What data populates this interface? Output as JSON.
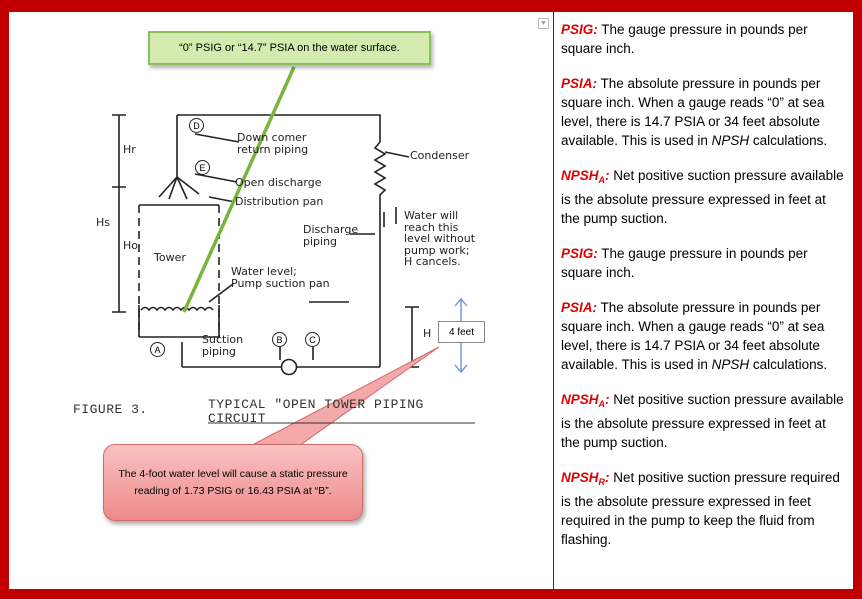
{
  "callouts": {
    "top": "“0” PSIG or “14.7” PSIA on the water surface.",
    "bottom": "The 4-foot water level will cause a static pressure reading of 1.73 PSIG or 16.43 PSIA at “B”.",
    "feet": "4 feet"
  },
  "figure": {
    "caption_num": "FIGURE 3.",
    "caption_title_1": "TYPICAL \"OPEN TOWER PIPING",
    "caption_title_2": "CIRCUIT",
    "labels": {
      "down_comer_1": "Down comer",
      "down_comer_2": "return piping",
      "condenser": "Condenser",
      "open_discharge": "Open discharge",
      "distribution_pan": "Distribution pan",
      "hr": "Hr",
      "hs": "Hs",
      "ho": "Ho",
      "tower": "Tower",
      "discharge_1": "Discharge",
      "discharge_2": "piping",
      "water_will_1": "Water will",
      "water_will_2": "reach this",
      "water_will_3": "level without",
      "water_will_4": "pump work;",
      "water_will_5": "H cancels.",
      "water_level_1": "Water level;",
      "water_level_2": "Pump suction pan",
      "suction_1": "Suction",
      "suction_2": "piping",
      "h": "H"
    },
    "points": {
      "a": "A",
      "b": "B",
      "c": "C",
      "d": "D",
      "e": "E"
    }
  },
  "definitions": [
    {
      "term": "PSIG:",
      "sub": "",
      "text": " The gauge pressure in pounds per square inch."
    },
    {
      "term": "PSIA:",
      "sub": "",
      "text": " The absolute pressure in pounds per square inch. When a gauge reads “0” at sea level, there is 14.7 PSIA or 34 feet absolute available. This is used in ",
      "italic": "NPSH",
      "tail": " calculations."
    },
    {
      "term": "NPSH",
      "sub": "A",
      "colon": ":",
      "text": " Net positive suction pressure available is the absolute pressure expressed in feet at the pump suction."
    },
    {
      "term": "PSIG:",
      "sub": "",
      "text": " The gauge pressure in pounds per square inch."
    },
    {
      "term": "PSIA:",
      "sub": "",
      "text": " The absolute pressure in pounds per square inch. When a gauge reads “0” at sea level, there is 14.7 PSIA or 34 feet absolute available. This is used in ",
      "italic": "NPSH",
      "tail": " calculations."
    },
    {
      "term": "NPSH",
      "sub": "A",
      "colon": ":",
      "text": " Net positive suction pressure available is the absolute pressure expressed in feet at the pump suction."
    },
    {
      "term": "NPSH",
      "sub": "R",
      "colon": ":",
      "text": " Net positive suction pressure required is the absolute pressure expressed in feet required in the pump to keep the fluid from flashing."
    }
  ],
  "colors": {
    "frame": "#c00000",
    "term": "#e00000",
    "green_line": "#7ab43c"
  }
}
